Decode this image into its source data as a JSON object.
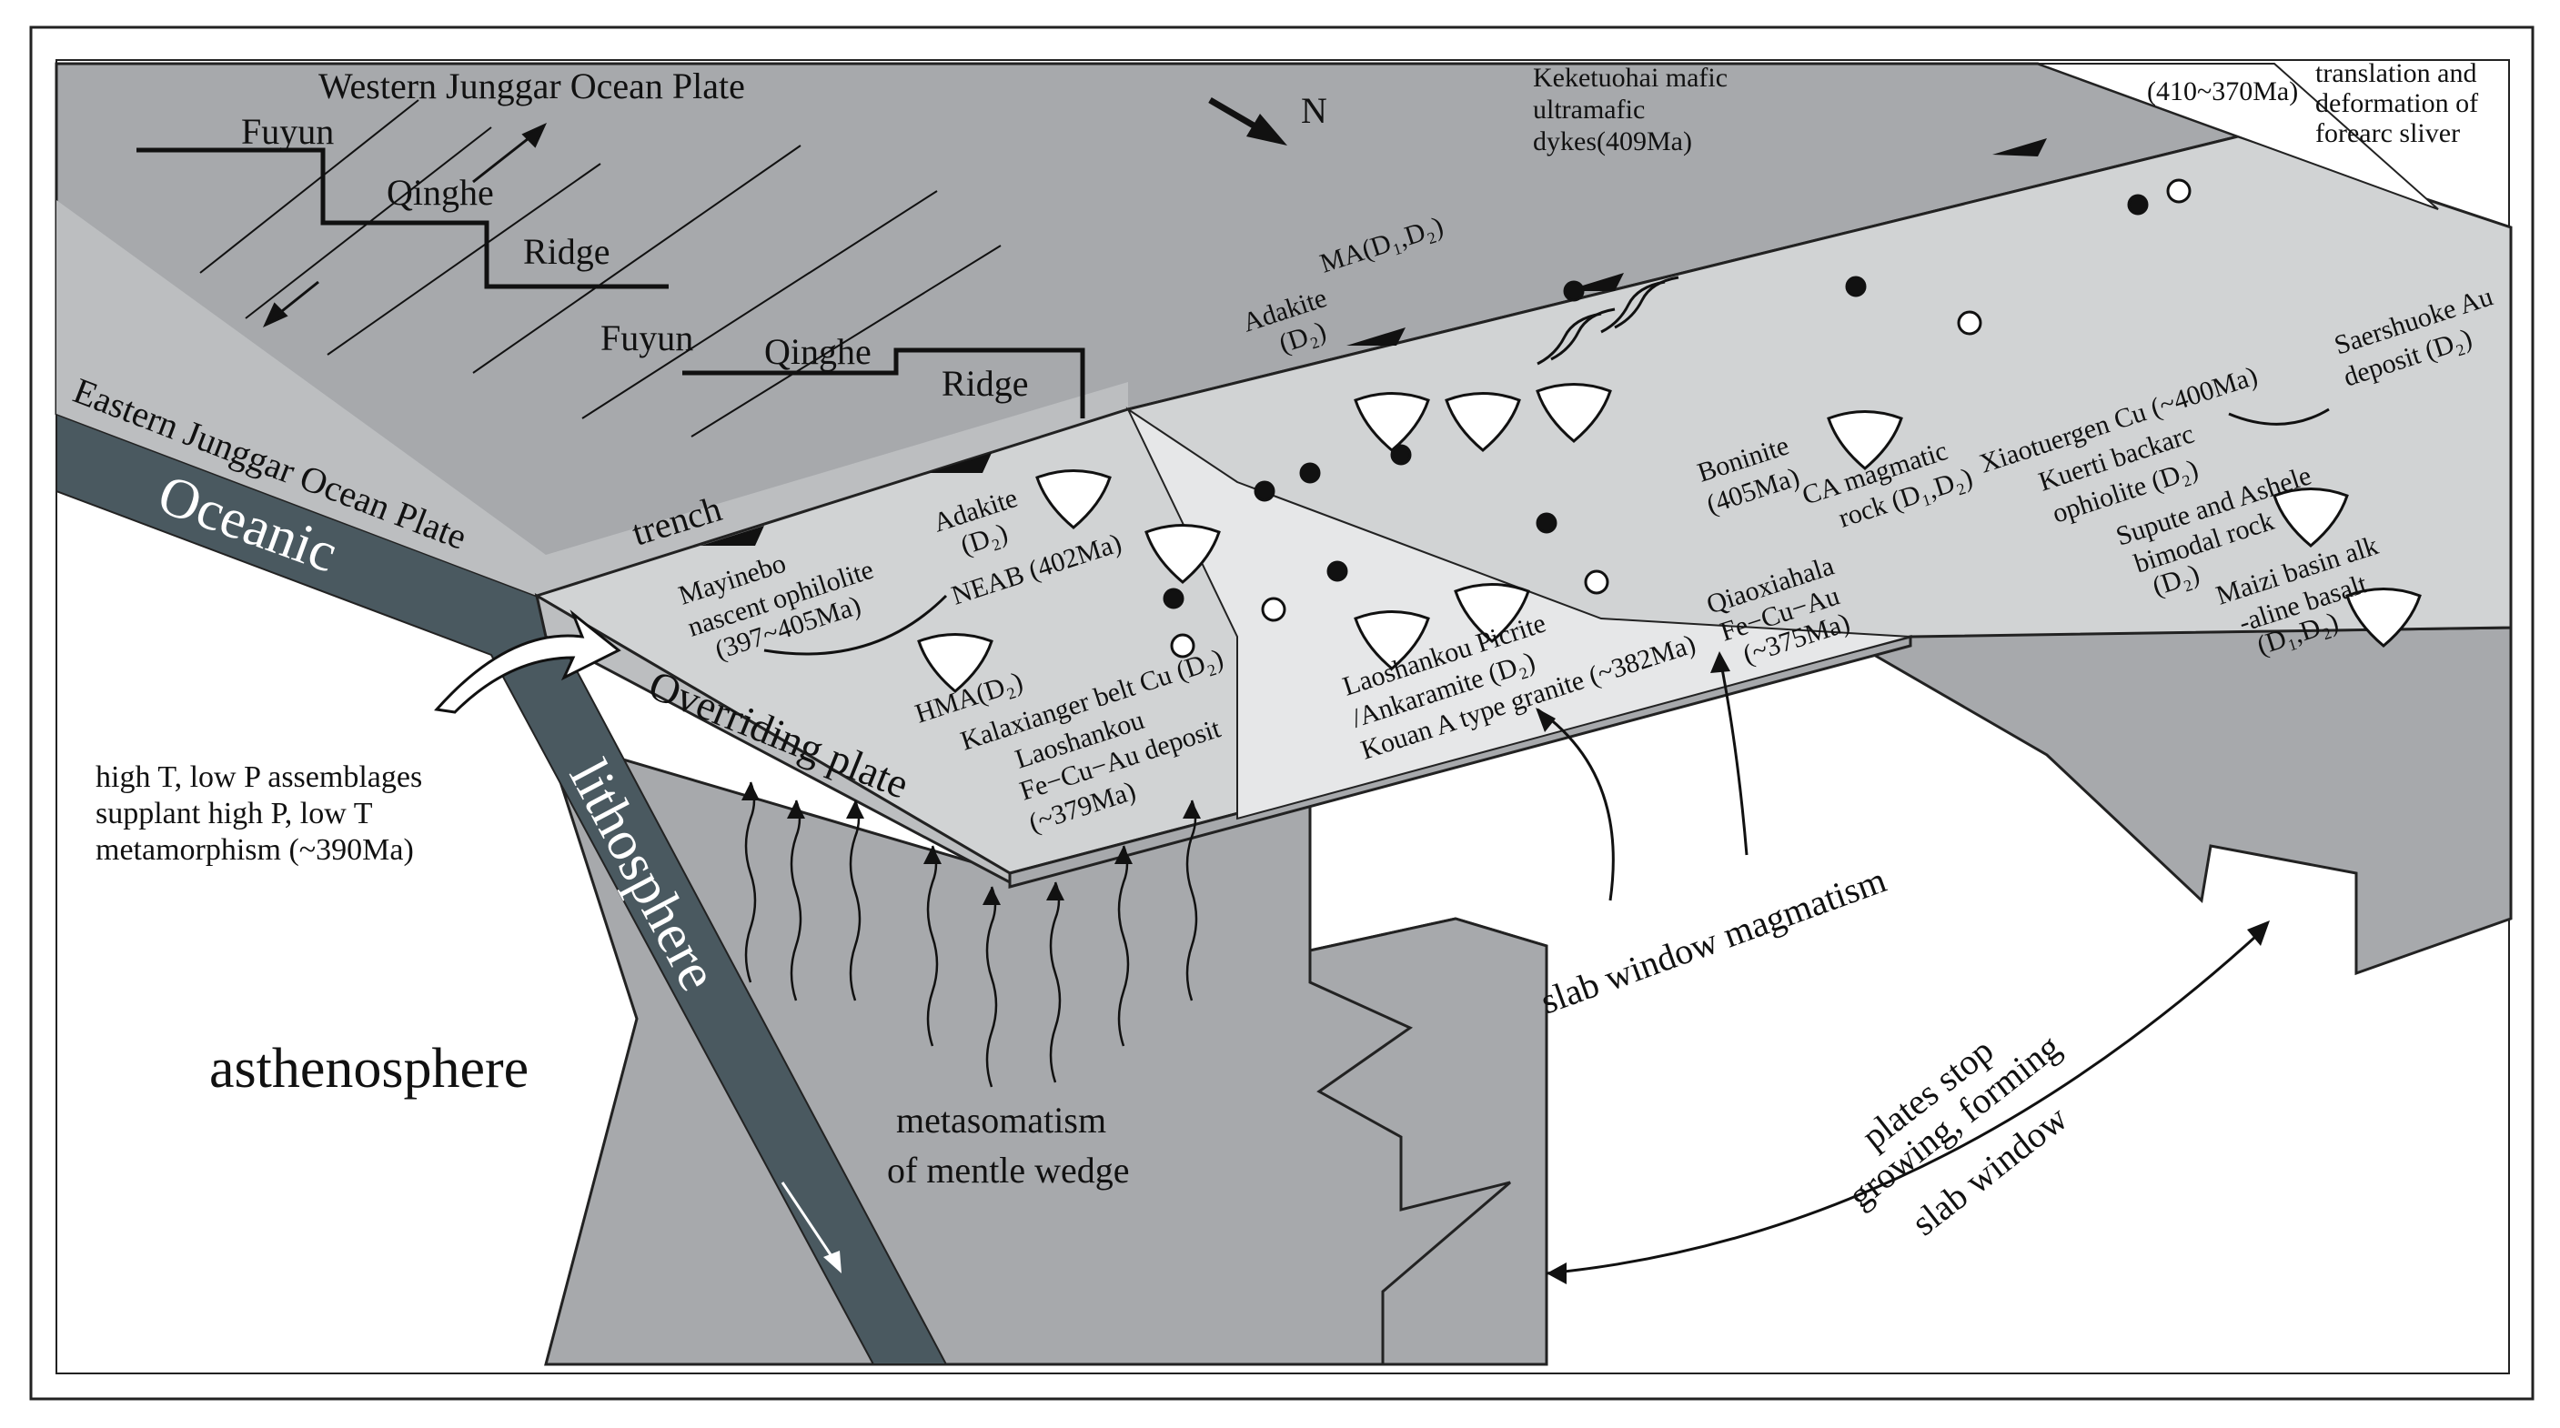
{
  "plates": {
    "western": "Western Junggar Ocean Plate",
    "eastern": "Eastern Junggar Ocean Plate",
    "fuyun": "Fuyun",
    "qinghe": "Qinghe",
    "ridge": "Ridge",
    "trench": "trench",
    "north": "N",
    "overriding": "Overriding plate",
    "oceanic": "Oceanic",
    "lithosphere": "lithosphere",
    "asthenosphere": "asthenosphere"
  },
  "notes": {
    "metamorphism": [
      "high T, low P assemblages",
      "supplant high P, low T",
      "metamorphism (~390Ma)"
    ],
    "metasomatism": [
      "metasomatism",
      "of mentle wedge"
    ],
    "slab_window_magmatism": "slab window magmatism",
    "plates_stop": [
      "plates stop",
      "growing, forming",
      "slab window"
    ]
  },
  "rocks": {
    "keketuohai": [
      "Keketuohai mafic",
      "ultramafic",
      "dykes(409Ma)"
    ],
    "translation": [
      "translation and",
      "deformation of",
      "forearc sliver"
    ],
    "translation_age": "(410~370Ma)",
    "saershuoke": [
      "Saershuoke Au",
      "deposit (D₂)"
    ],
    "ma": "MA(D₁,D₂)",
    "adakite_upper": [
      "Adakite",
      "(D₂)"
    ],
    "adakite_lower": [
      "Adakite",
      "(D₂)"
    ],
    "boninite": [
      "Boninite",
      "(405Ma)"
    ],
    "ca_magmatic": [
      "CA magmatic",
      "rock (D₁,D₂)"
    ],
    "xiaotuergen": "Xiaotuergen Cu (~400Ma)",
    "kuerti": [
      "Kuerti backarc",
      "ophiolite (D₂)"
    ],
    "supute": [
      "Supute and Ashele",
      "bimodal rock",
      "(D₂)"
    ],
    "maizi": [
      "Maizi basin alk",
      "-aline basalt",
      "(D₁,D₂)"
    ],
    "mayinebo": [
      "Mayinebo",
      "nascent ophilolite",
      "(397~405Ma)"
    ],
    "neab": "NEAB (402Ma)",
    "hma": "HMA(D₂)",
    "kalaxianger": "Kalaxianger belt Cu (D₂)",
    "laoshankou_deposit": [
      "Laoshankou",
      "Fe−Cu−Au deposit",
      "(~379Ma)"
    ],
    "laoshankou_picrite": [
      "Laoshankou Picrite",
      "/Ankaramite (D₂)",
      "Kouan A type granite (~382Ma)"
    ],
    "qiaoxiahala": [
      "Qiaoxiahala",
      "Fe−Cu−Au",
      "(~375Ma)"
    ]
  },
  "colors": {
    "plate_dark": "#a7a9ac",
    "plate_mid": "#bcbec0",
    "plate_light": "#d1d3d4",
    "plate_pale": "#e6e7e8",
    "slab": "#4a5960",
    "trench_fill": "#111111"
  }
}
